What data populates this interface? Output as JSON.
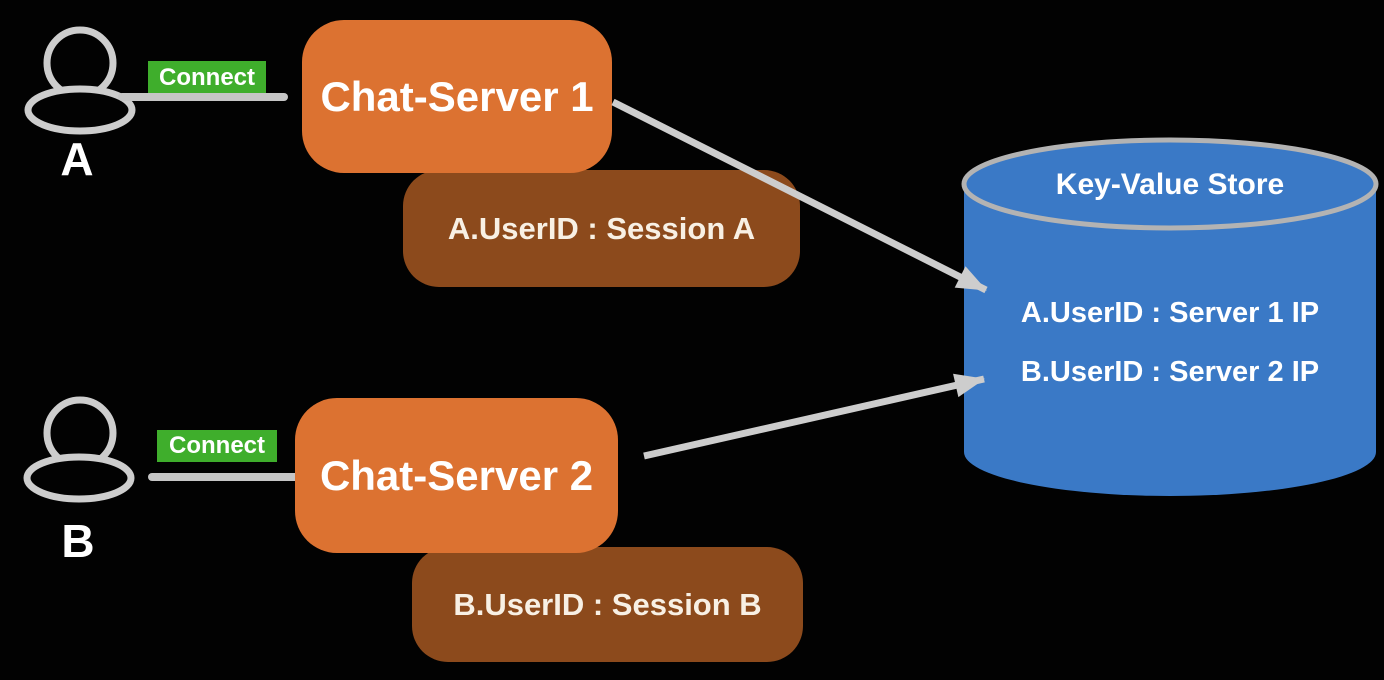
{
  "diagram": {
    "title_hint": "chat service session routing diagram",
    "users": [
      {
        "label": "A"
      },
      {
        "label": "B"
      }
    ],
    "connections": [
      {
        "label": "Connect"
      },
      {
        "label": "Connect"
      }
    ],
    "servers": [
      {
        "name": "Chat-Server 1",
        "session_entry": "A.UserID : Session A"
      },
      {
        "name": "Chat-Server 2",
        "session_entry": "B.UserID : Session B"
      }
    ],
    "kv_store": {
      "title": "Key-Value Store",
      "entries": [
        "A.UserID : Server 1 IP",
        "B.UserID : Server 2 IP"
      ]
    },
    "colors": {
      "background": "#020202",
      "server_box": "#dc7231",
      "session_box": "#8c4a1c",
      "kv_cylinder": "#3a79c6",
      "kv_cylinder_stroke": "#b3b3b3",
      "connect_badge": "#3fae2c",
      "arrow_gray": "#cdcdcd",
      "text_white": "#ffffff",
      "session_text": "#f8f0e4"
    }
  }
}
